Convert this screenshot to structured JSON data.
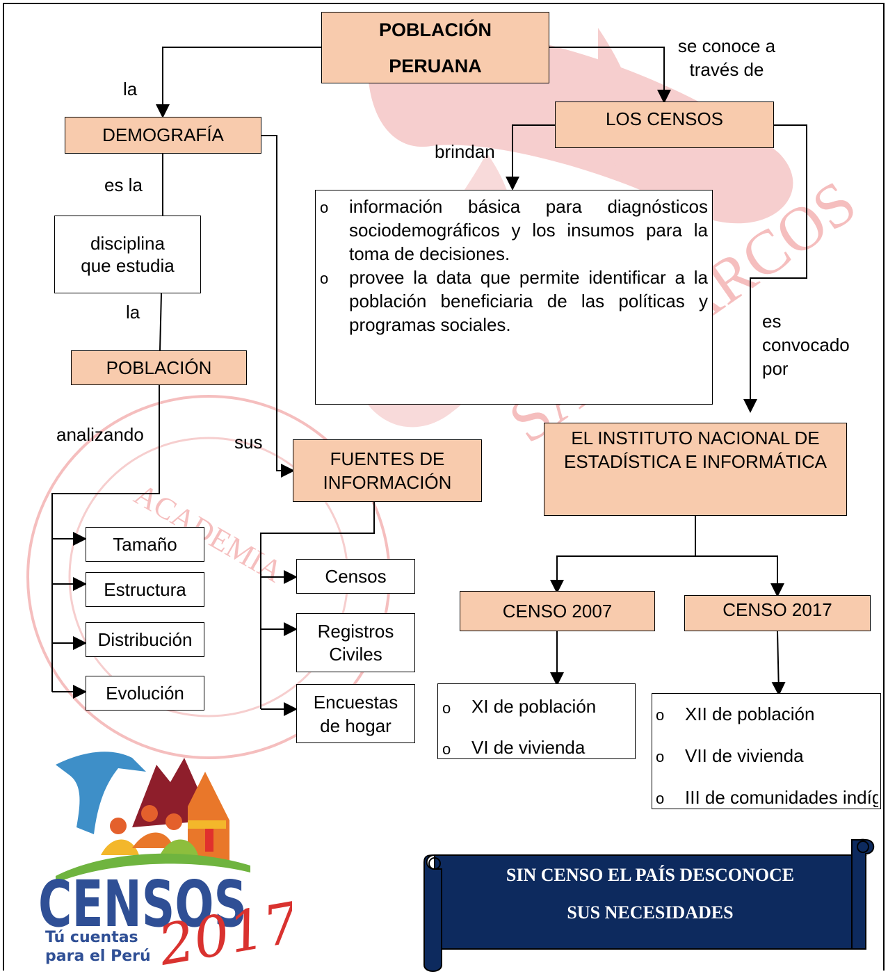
{
  "title": {
    "line1": "POBLACIÓN",
    "line2": "PERUANA"
  },
  "nodes": {
    "demografia": "DEMOGRAFÍA",
    "disciplina": "disciplina que estudia",
    "poblacion": "POBLACIÓN",
    "censos_main": "LOS CENSOS",
    "fuentes": "FUENTES DE INFORMACIÓN",
    "inei": "EL INSTITUTO NACIONAL DE ESTADÍSTICA E INFORMÁTICA",
    "censo2007": "CENSO 2007",
    "censo2017": "CENSO 2017"
  },
  "edge_labels": {
    "la1": "la",
    "se_conoce": "se conoce a través de",
    "brindan": "brindan",
    "es_la": "es la",
    "la2": "la",
    "analizando": "analizando",
    "sus": "sus",
    "es_convocado": "es convocado por"
  },
  "aspects": [
    "Tamaño",
    "Estructura",
    "Distribución",
    "Evolución"
  ],
  "sources": [
    "Censos",
    "Registros Civiles",
    "Encuestas de hogar"
  ],
  "info_bullets": [
    "información básica para diagnósticos sociodemográficos y los insumos para la toma de decisiones.",
    "provee la data que permite identificar a la población beneficiaria de las políticas y programas sociales."
  ],
  "censo2007_items": [
    "XI de población",
    "VI de vivienda"
  ],
  "censo2017_items": [
    "XII de población",
    "VII de vivienda",
    "III de comunidades indígenas"
  ],
  "banner": {
    "line1": "SIN CENSO EL PAÍS DESCONOCE",
    "line2": "SUS NECESIDADES"
  },
  "logo": {
    "word": "CENSOS",
    "year": "2017",
    "slogan1": "Tú cuentas",
    "slogan2": "para el Perú"
  },
  "watermark": {
    "text1": "ACADEMIA",
    "text2": "SAN MARCOS"
  },
  "bullet_marker": "o",
  "colors": {
    "node_fill": "#F8CBAD",
    "banner": "#0D2A5E",
    "watermark": "#F2A0A0"
  }
}
